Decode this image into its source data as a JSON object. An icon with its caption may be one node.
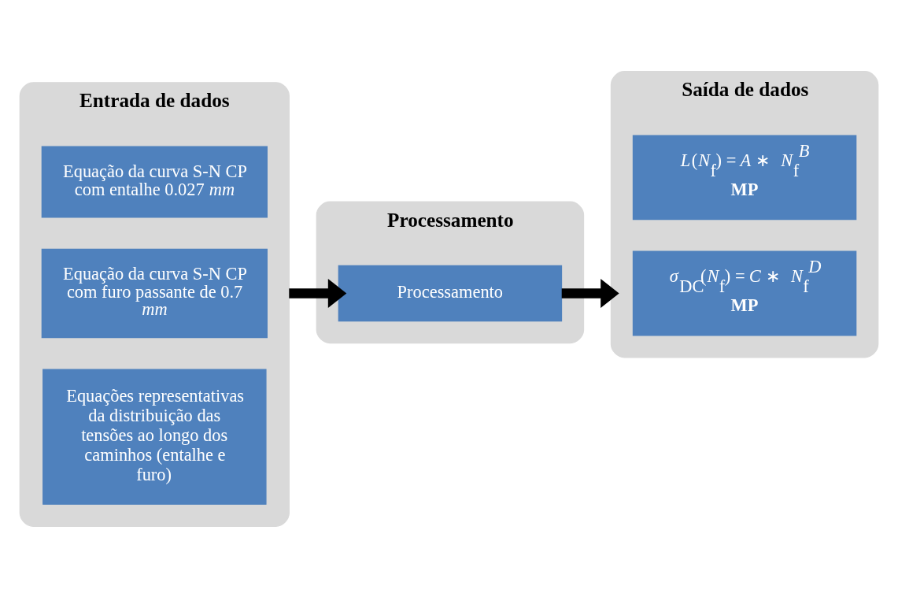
{
  "diagram": {
    "nodes": [
      {
        "text": [
          "Entrada de dados"
        ]
      },
      {
        "text": [
          "Equação da curva S-N CP com entalhe 0.027 *mm*"
        ],
        "in": 0
      },
      {
        "text": [
          "Equação da curva S-N CP com furo passante de 0.7 *mm*"
        ],
        "in": 0
      },
      {
        "text": [
          "Equações representativas da distribuição das tensões ao longo dos caminhos (entalhe e furo)"
        ],
        "in": 0
      },
      {
        "text": [
          "Processamento"
        ]
      },
      {
        "text": [
          "Processamento"
        ],
        "in": 4
      },
      {
        "text": [
          "Saída de dados"
        ]
      },
      {
        "text": [
          "*L*(*N*$_{f}$) = *A* ∗ *N*$_{f}$$^{B}$",
          "MP"
        ],
        "in": 6
      },
      {
        "text": [
          "*σ*$_{DC}$(*N*$_{f}$) = *C* ∗ *N*$_{f}$$^{D}$",
          "MP"
        ],
        "in": 6
      }
    ],
    "edges": [
      {
        "from": 0,
        "to": 5,
        "arrow": "to"
      },
      {
        "from": 5,
        "to": 6,
        "arrow": "to"
      }
    ]
  }
}
